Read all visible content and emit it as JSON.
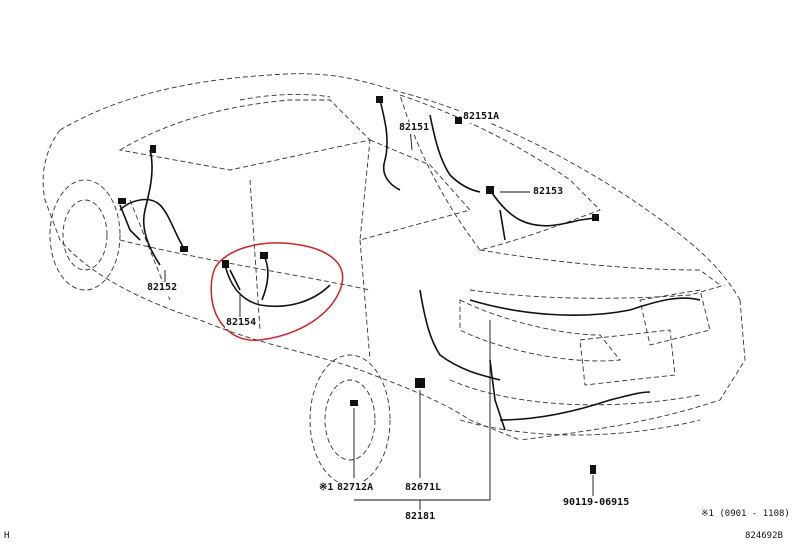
{
  "labels": {
    "p82151a": "82151A",
    "p82151": "82151",
    "p82153": "82153",
    "p82152": "82152",
    "p82154": "82154",
    "p82712a": "82712A",
    "p82671l": "82671L",
    "p82181": "82181",
    "p90119": "90119-06915",
    "note_mark": "※1",
    "footnote": "※1 (0901 - 1108)",
    "figure_id": "824692B",
    "corner_mark": "H"
  },
  "colors": {
    "line": "#222222",
    "highlight": "#cc2222"
  }
}
